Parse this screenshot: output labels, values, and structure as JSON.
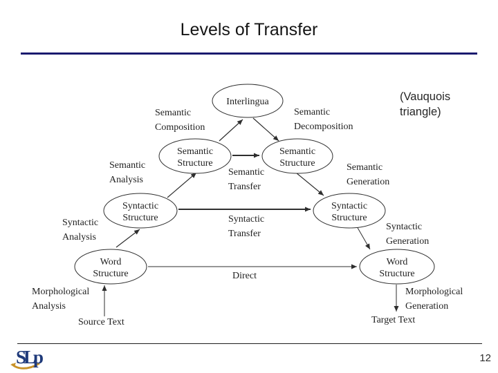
{
  "slide": {
    "title": "Levels of Transfer",
    "page_number": "12",
    "logo_text": "SLp",
    "annotation_line1": "(Vauquois",
    "annotation_line2": "triangle)"
  },
  "diagram": {
    "nodes": {
      "interlingua": {
        "label": "Interlingua"
      },
      "semantic_structure_left": {
        "line1": "Semantic",
        "line2": "Structure"
      },
      "semantic_structure_right": {
        "line1": "Semantic",
        "line2": "Structure"
      },
      "syntactic_structure_left": {
        "line1": "Syntactic",
        "line2": "Structure"
      },
      "syntactic_structure_right": {
        "line1": "Syntactic",
        "line2": "Structure"
      },
      "word_structure_left": {
        "line1": "Word",
        "line2": "Structure"
      },
      "word_structure_right": {
        "line1": "Word",
        "line2": "Structure"
      }
    },
    "process_labels": {
      "semantic_composition": {
        "line1": "Semantic",
        "line2": "Composition"
      },
      "semantic_decomposition": {
        "line1": "Semantic",
        "line2": "Decomposition"
      },
      "semantic_analysis": {
        "line1": "Semantic",
        "line2": "Analysis"
      },
      "semantic_transfer": {
        "line1": "Semantic",
        "line2": "Transfer"
      },
      "semantic_generation": {
        "line1": "Semantic",
        "line2": "Generation"
      },
      "syntactic_analysis": {
        "line1": "Syntactic",
        "line2": "Analysis"
      },
      "syntactic_transfer": {
        "line1": "Syntactic",
        "line2": "Transfer"
      },
      "syntactic_generation": {
        "line1": "Syntactic",
        "line2": "Generation"
      },
      "morphological_analysis": {
        "line1": "Morphological",
        "line2": "Analysis"
      },
      "morphological_generation": {
        "line1": "Morphological",
        "line2": "Generation"
      },
      "direct": {
        "line1": "Direct"
      }
    },
    "terminals": {
      "source": "Source Text",
      "target": "Target Text"
    },
    "colors": {
      "ink": "#1f1f1f",
      "rule_navy": "#1a1a6e",
      "logo_navy": "#1f3a7a",
      "logo_gold": "#c8922a"
    }
  }
}
